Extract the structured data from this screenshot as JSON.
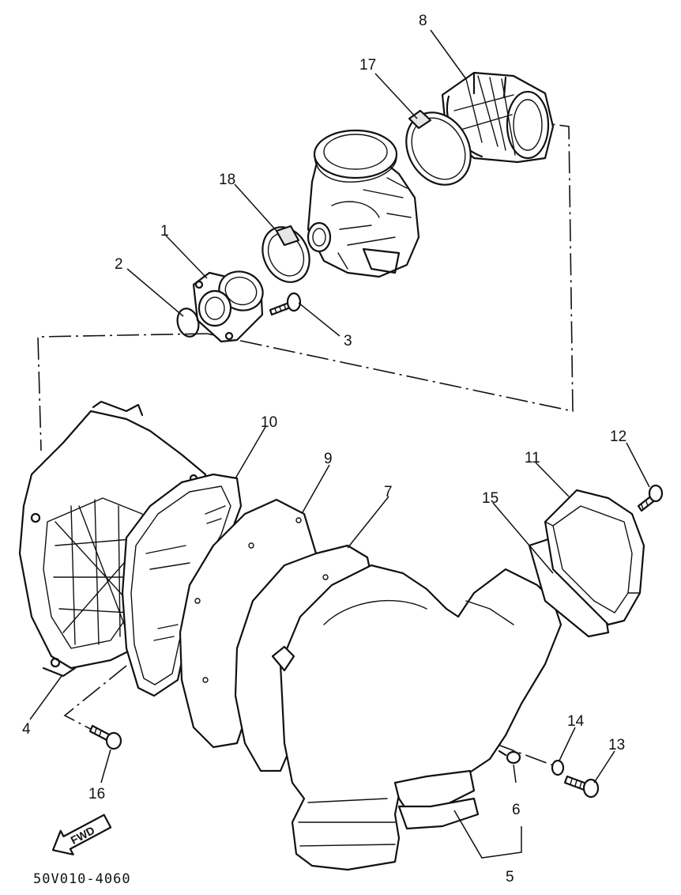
{
  "diagram": {
    "part_numbers": {
      "p1": "1",
      "p2": "2",
      "p3": "3",
      "p4": "4",
      "p5": "5",
      "p6": "6",
      "p7": "7",
      "p8": "8",
      "p9": "9",
      "p10": "10",
      "p11": "11",
      "p12": "12",
      "p13": "13",
      "p14": "14",
      "p15": "15",
      "p16": "16",
      "p17": "17",
      "p18": "18"
    },
    "fwd_label": "FWD",
    "drawing_code": "50V010-4060"
  }
}
